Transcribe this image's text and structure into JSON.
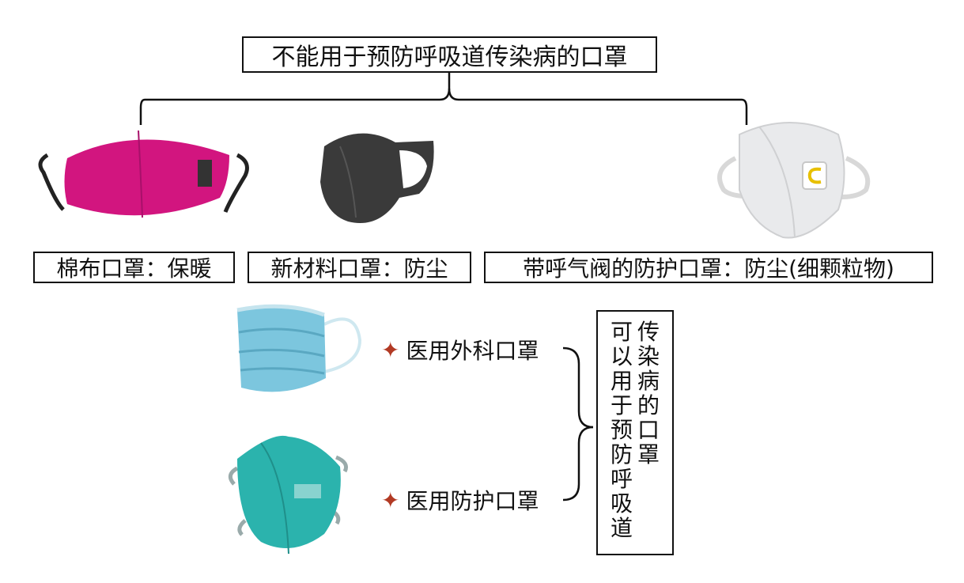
{
  "title": "不能用于预防呼吸道传染病的口罩",
  "categories": [
    {
      "label": "棉布口罩：保暖",
      "icon": "pink-cotton-mask-icon",
      "color": "#d2157f"
    },
    {
      "label": "新材料口罩：防尘",
      "icon": "black-sponge-mask-icon",
      "color": "#3a3a3a"
    },
    {
      "label": "带呼气阀的防护口罩：防尘(细颗粒物)",
      "icon": "white-valve-mask-icon",
      "color": "#e9eaec"
    }
  ],
  "recommended": [
    {
      "label": "医用外科口罩",
      "icon": "blue-surgical-mask-icon",
      "color": "#7cc6de"
    },
    {
      "label": "医用防护口罩",
      "icon": "teal-n95-mask-icon",
      "color": "#2bb3ad"
    }
  ],
  "recommended_caption": {
    "col1": [
      "传",
      "染",
      "病",
      "的",
      "口",
      "罩"
    ],
    "col2": [
      "可",
      "以",
      "用",
      "于",
      "预",
      "防",
      "呼",
      "吸",
      "道"
    ]
  },
  "bullet_symbol": "✦"
}
